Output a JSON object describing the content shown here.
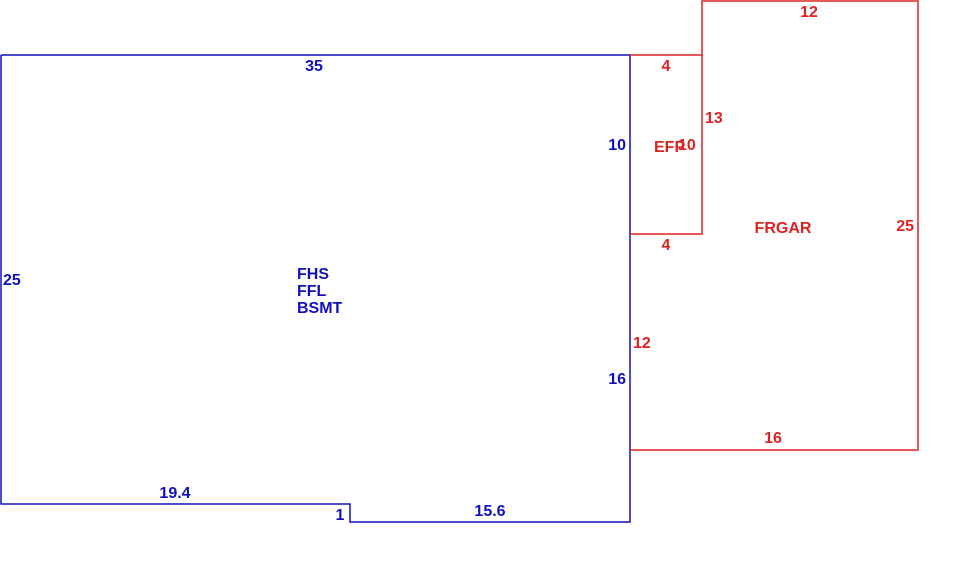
{
  "colors": {
    "main": "#1111bb",
    "garage": "#dd2222",
    "background": "#ffffff"
  },
  "main_area": {
    "names": [
      "FHS",
      "FFL",
      "BSMT"
    ],
    "dimensions": {
      "top": "35",
      "left": "25",
      "bottom_left": "19.4",
      "step": "1",
      "bottom_right": "15.6",
      "right_upper": "10",
      "right_lower": "16"
    }
  },
  "efp_area": {
    "name": "EFP",
    "dimensions": {
      "top": "4",
      "bottom": "4",
      "right": "10"
    }
  },
  "garage_area": {
    "name": "FRGAR",
    "dimensions": {
      "top": "12",
      "right": "25",
      "bottom": "16",
      "left_lower": "12",
      "left_upper": "13"
    }
  }
}
